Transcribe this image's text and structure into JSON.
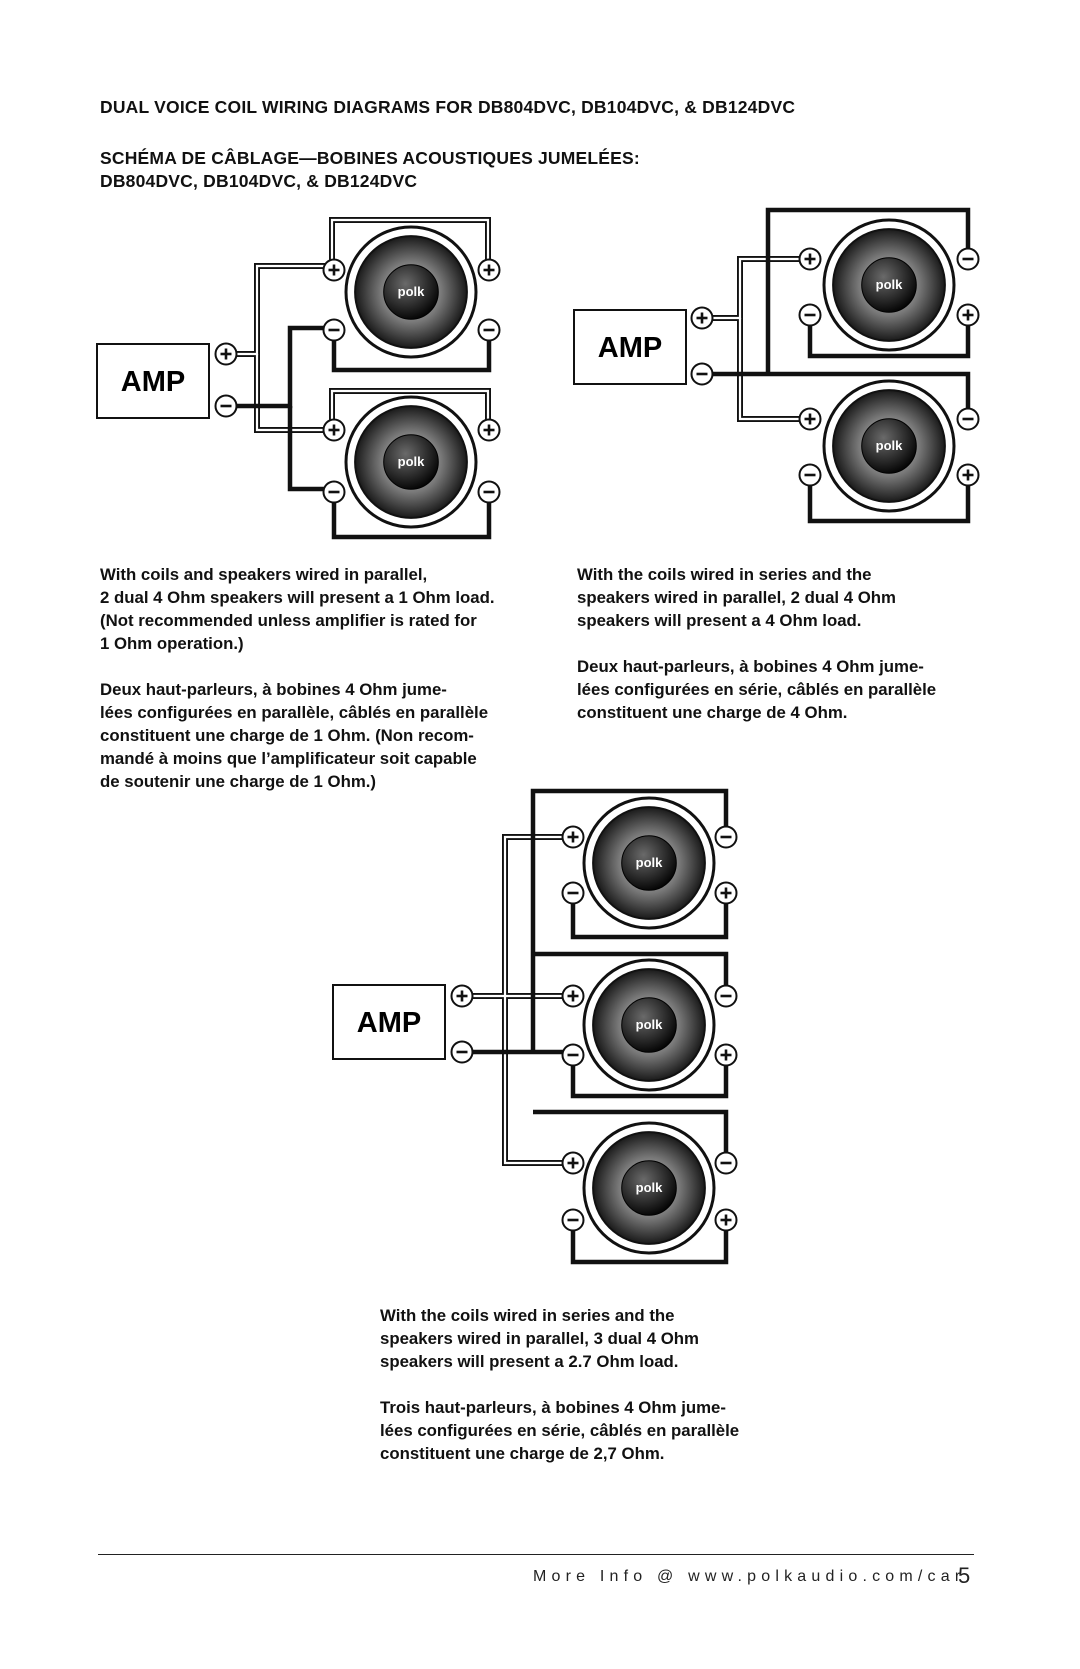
{
  "header": {
    "title_en": "DUAL VOICE COIL WIRING DIAGRAMS FOR DB804DVC, DB104DVC, & DB124DVC",
    "title_fr_line1": "SCHÉMA DE CÂBLAGE—BOBINES ACOUSTIQUES JUMELÉES:",
    "title_fr_line2": "DB804DVC, DB104DVC, & DB124DVC"
  },
  "diagram_labels": {
    "amp": "AMP",
    "brand": "polk",
    "plus": "+",
    "minus": "-"
  },
  "captions": {
    "parallel_en": "With coils and speakers wired in parallel,\n2 dual 4 Ohm speakers will present a 1 Ohm load.\n(Not recommended unless amplifier is rated for\n1 Ohm operation.)",
    "parallel_fr": "Deux haut-parleurs, à bobines 4 Ohm jume-\nlées configurées en parallèle, câblés en parallèle\nconstituent une charge de 1 Ohm. (Non recom-\nmandé à moins que l’amplificateur soit capable\nde soutenir une charge de 1 Ohm.)",
    "series2_en": "With the coils wired in series and the\nspeakers wired in parallel, 2 dual 4 Ohm\nspeakers will present a 4 Ohm load.",
    "series2_fr": "Deux haut-parleurs, à bobines 4 Ohm jume-\nlées configurées en série, câblés en parallèle\nconstituent une charge de 4 Ohm.",
    "series3_en": "With the coils wired in series and the\nspeakers wired in parallel, 3 dual 4 Ohm\nspeakers will present a 2.7 Ohm load.",
    "series3_fr": "Trois haut-parleurs, à bobines 4 Ohm jume-\nlées configurées en série, câblés en parallèle\nconstituent une charge de 2,7 Ohm."
  },
  "footer": {
    "more_info": "More Info @ www.polkaudio.com/car",
    "page_number": "5"
  }
}
